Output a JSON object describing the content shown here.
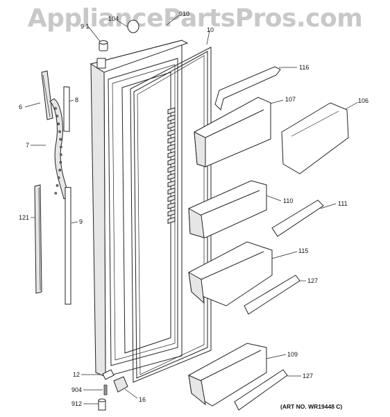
{
  "watermark": "AppliancePartsPros.com",
  "art_number": "(ART NO. WR19448 C)",
  "callouts": [
    {
      "id": "c-9-1",
      "text": "9 1"
    },
    {
      "id": "c-104",
      "text": "104"
    },
    {
      "id": "c-910",
      "text": "910"
    },
    {
      "id": "c-10",
      "text": "10"
    },
    {
      "id": "c-116",
      "text": "116"
    },
    {
      "id": "c-107",
      "text": "107"
    },
    {
      "id": "c-106",
      "text": "106"
    },
    {
      "id": "c-6",
      "text": "6"
    },
    {
      "id": "c-8",
      "text": "8"
    },
    {
      "id": "c-7",
      "text": "7"
    },
    {
      "id": "c-110",
      "text": "110"
    },
    {
      "id": "c-111",
      "text": "111"
    },
    {
      "id": "c-121",
      "text": "121"
    },
    {
      "id": "c-9",
      "text": "9"
    },
    {
      "id": "c-115",
      "text": "115"
    },
    {
      "id": "c-127a",
      "text": "127"
    },
    {
      "id": "c-109",
      "text": "109"
    },
    {
      "id": "c-127b",
      "text": "127"
    },
    {
      "id": "c-12",
      "text": "12"
    },
    {
      "id": "c-904",
      "text": "904"
    },
    {
      "id": "c-912",
      "text": "912"
    },
    {
      "id": "c-16",
      "text": "16"
    }
  ]
}
